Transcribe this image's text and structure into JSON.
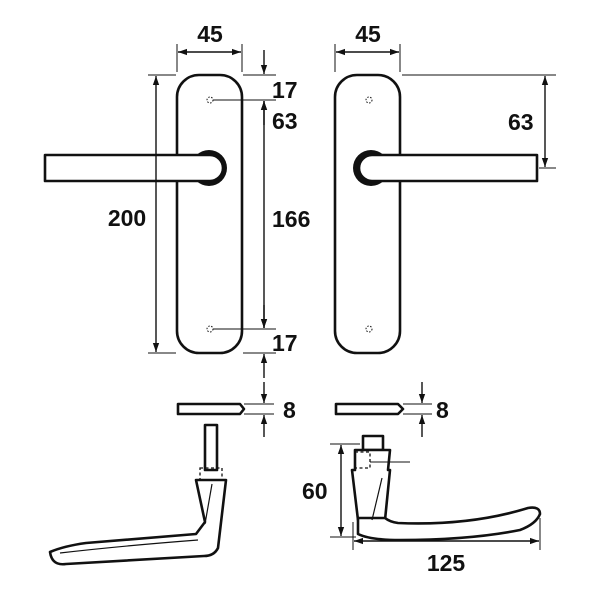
{
  "labels": {
    "front_width": "45",
    "front_top_margin": "17",
    "front_lever_offset": "63",
    "front_total_height": "200",
    "front_hole_spacing": "166",
    "front_bottom_margin": "17",
    "back_width": "45",
    "back_lever_offset": "63",
    "plate_thickness_left": "8",
    "plate_thickness_right": "8",
    "lever_height": "60",
    "lever_length": "125"
  }
}
